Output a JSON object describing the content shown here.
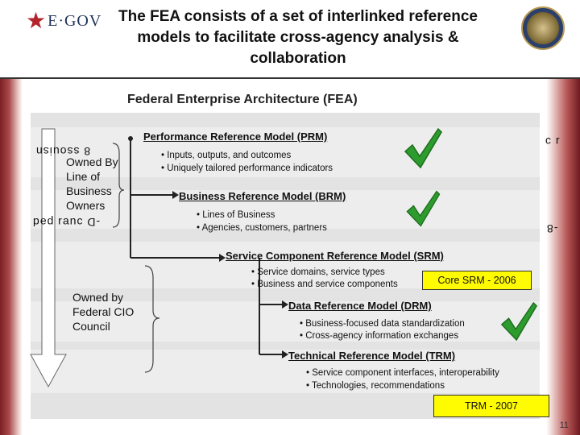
{
  "header": {
    "logo_text": "E·GOV",
    "title": "The FEA consists of a set of interlinked reference models to facilitate cross-agency analysis & collaboration"
  },
  "diagram": {
    "title": "Federal Enterprise Architecture (FEA)",
    "models": [
      {
        "name": "Performance Reference Model (PRM)",
        "bullets": [
          "• Inputs, outputs, and outcomes",
          "• Uniquely tailored performance indicators"
        ],
        "checked": true
      },
      {
        "name": "Business Reference Model (BRM)",
        "bullets": [
          "• Lines of Business",
          "• Agencies, customers, partners"
        ],
        "checked": true
      },
      {
        "name": "Service Component Reference Model (SRM)",
        "bullets": [
          "• Service domains, service types",
          "• Business and service components"
        ],
        "checked": false
      },
      {
        "name": "Data Reference Model (DRM)",
        "bullets": [
          "• Business-focused data standardization",
          "• Cross-agency information exchanges"
        ],
        "checked": true
      },
      {
        "name": "Technical Reference Model (TRM)",
        "bullets": [
          "• Service component interfaces, interoperability",
          "• Technologies, recommendations"
        ],
        "checked": false
      }
    ],
    "owner_lob": "Owned By Line of Business Owners",
    "owner_cio": "Owned by Federal CIO Council",
    "badge_srm": "Core SRM - 2006",
    "badge_trm": "TRM - 2007",
    "colors": {
      "check": "#2e9b2e",
      "badge": "#fffb00",
      "band": "#ededed",
      "panel": "#e3e3e3"
    }
  },
  "footer": {
    "page_number": "11"
  }
}
